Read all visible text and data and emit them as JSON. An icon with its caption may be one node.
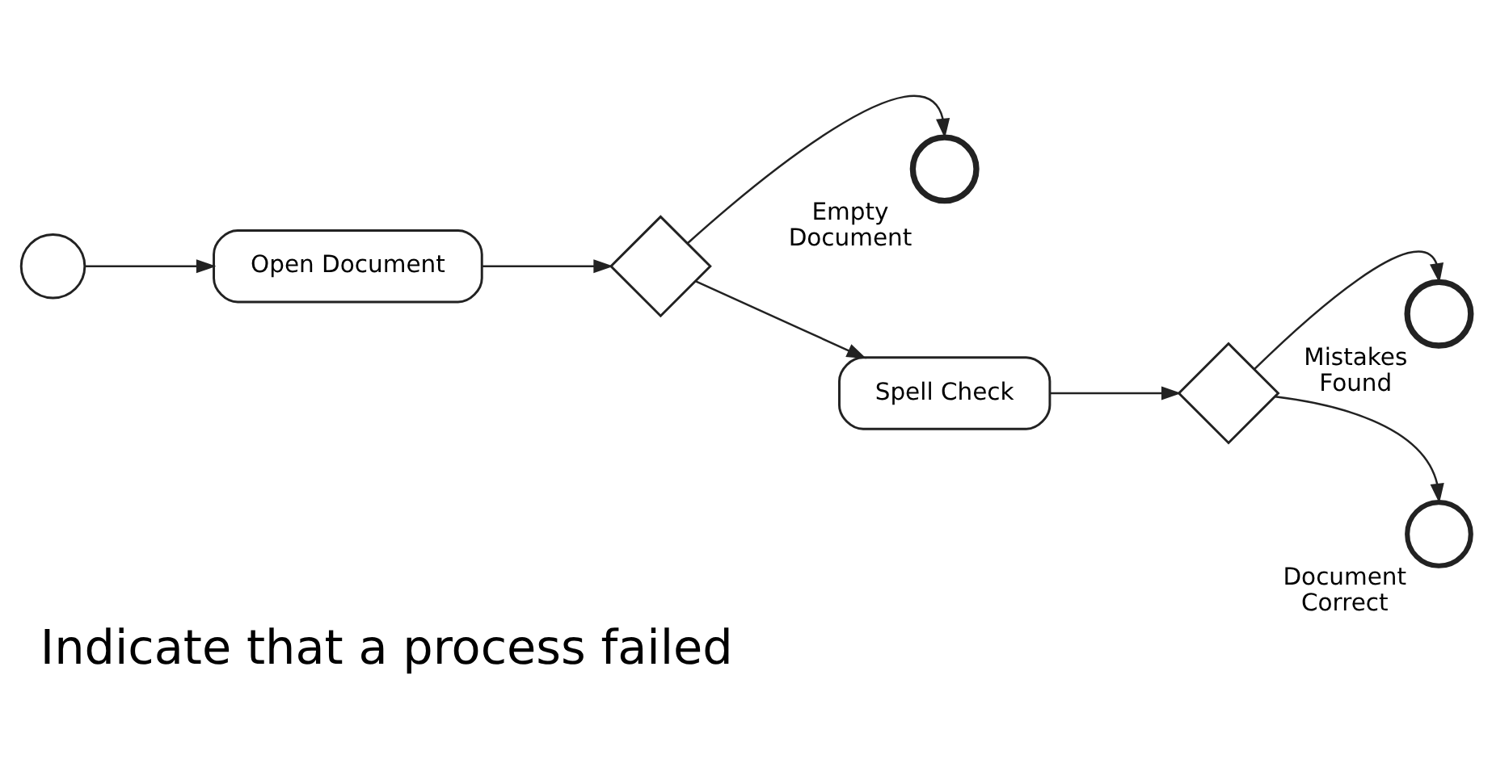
{
  "diagram": {
    "title": "Indicate that a process failed",
    "nodes": [
      {
        "text": [],
        "shape": "circle"
      },
      {
        "text": [
          "Open Document"
        ]
      },
      {
        "text": [],
        "shape": "diamond"
      },
      {
        "text": [],
        "shape": "circle",
        "beside": [
          "Empty Document"
        ]
      },
      {
        "text": [
          "Spell Check"
        ]
      },
      {
        "text": [],
        "shape": "diamond"
      },
      {
        "text": [],
        "shape": "circle",
        "beside": [
          "Mistakes Found"
        ]
      },
      {
        "text": [],
        "shape": "circle",
        "beside": [
          "Document Correct"
        ]
      }
    ],
    "edges": [
      {
        "from": 0,
        "to": 1,
        "arrow": "to"
      },
      {
        "from": 1,
        "to": 2,
        "arrow": "to"
      },
      {
        "from": 2,
        "to": 3,
        "arrow": "to"
      },
      {
        "from": 2,
        "to": 4,
        "arrow": "to"
      },
      {
        "from": 4,
        "to": 5,
        "arrow": "to"
      },
      {
        "from": 5,
        "to": 6,
        "arrow": "to"
      },
      {
        "from": 5,
        "to": 7,
        "arrow": "to"
      }
    ]
  }
}
